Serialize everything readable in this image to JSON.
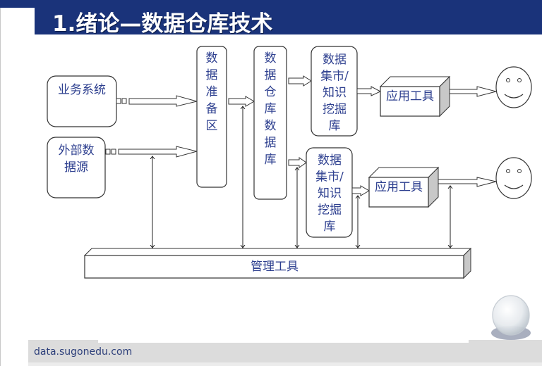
{
  "slide": {
    "title": "1.绪论—数据仓库技术",
    "footer_url": "data.sugonedu.com"
  },
  "diagram": {
    "sources": [
      {
        "id": "business-system",
        "lines": [
          "业务系统"
        ]
      },
      {
        "id": "external-data-source",
        "lines": [
          "外部数",
          "据源"
        ]
      }
    ],
    "staging_area": {
      "chars": [
        "数",
        "据",
        "准",
        "备",
        "区"
      ]
    },
    "warehouse": {
      "chars": [
        "数",
        "据",
        "仓",
        "库",
        "数",
        "据",
        "库"
      ]
    },
    "data_marts": [
      {
        "lines": [
          "数据",
          "集市/",
          "知识",
          "挖掘",
          "库"
        ]
      },
      {
        "lines": [
          "数据",
          "集市/",
          "知识",
          "挖掘",
          "库"
        ]
      }
    ],
    "app_tools": [
      {
        "label": "应用工具"
      },
      {
        "label": "应用工具"
      }
    ],
    "users": [
      {
        "icon": "smiley-face-icon"
      },
      {
        "icon": "smiley-face-icon"
      }
    ],
    "management_tool": {
      "label": "管理工具"
    }
  },
  "colors": {
    "title_bar": "#1a337a",
    "node_text": "#2d3f8f",
    "footer_bar": "#dcdcdc",
    "footer_text": "#2d3f7a"
  }
}
